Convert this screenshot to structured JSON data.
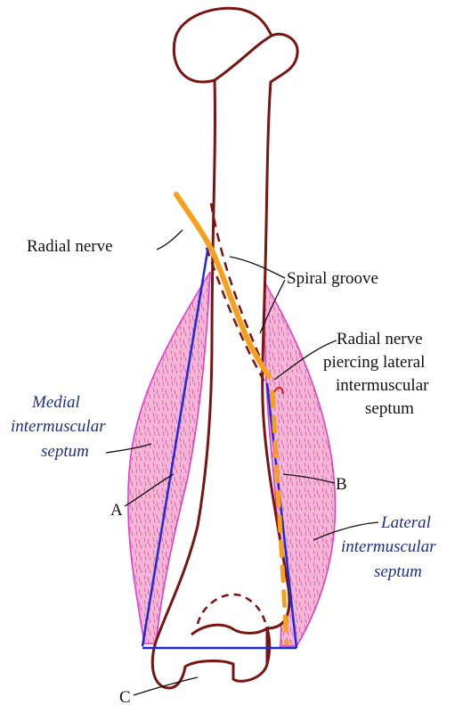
{
  "labels": {
    "radial_nerve": "Radial nerve",
    "spiral_groove": "Spiral groove",
    "piercing_line1": "Radial nerve",
    "piercing_line2": "piercing lateral",
    "piercing_line3": "intermuscular",
    "piercing_line4": "septum",
    "medial_line1": "Medial",
    "medial_line2": "intermuscular",
    "medial_line3": "septum",
    "lateral_line1": "Lateral",
    "lateral_line2": "intermuscular",
    "lateral_line3": "septum",
    "point_a": "A",
    "point_b": "B",
    "point_c": "C"
  },
  "colors": {
    "bone_outline": "#7a1410",
    "nerve": "#f5a11e",
    "septum_fill": "#f3b6d6",
    "septum_outline": "#e040c8",
    "triangle": "#1f2ad6",
    "label_blue": "#1f2f8a",
    "label_black": "#111111",
    "pierce_mark": "#e0201a"
  }
}
